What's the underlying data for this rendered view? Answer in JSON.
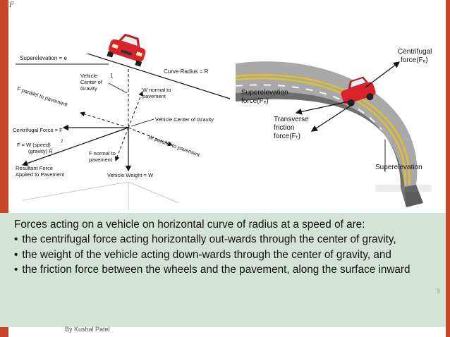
{
  "slide": {
    "corner_mark": "F",
    "page_number": "9",
    "author": "By Kushal Patel"
  },
  "diagram_left": {
    "superelevation_label": "Superelevation = e",
    "radius_label": "Curve Radius = R",
    "angle_mark": "1",
    "vehicle_cg_label": [
      "Vehicle",
      "Center of",
      "Gravity"
    ],
    "f_parallel_label": "F parallel to pavement",
    "w_normal_label": [
      "W normal to",
      "pavement"
    ],
    "vehicle_cg_label_2": "Vehicle Center of Gravity",
    "centrifugal_label": "Centrifugal Force = F",
    "formula_lines": [
      "F = W (speed)",
      "(gravity) R"
    ],
    "formula_exponent": "2",
    "w_parallel_label": "W parallel to pavement",
    "f_normal_label": [
      "F normal to",
      "pavement"
    ],
    "resultant_label": [
      "Resultant Force",
      "Applied to Pavement"
    ],
    "weight_label": "Vehicle Weight = W"
  },
  "diagram_right": {
    "centrifugal_label": [
      "Centrifugal",
      "force(Fₑ)"
    ],
    "superelevation_force_label": [
      "Superelevation",
      "force(Fₑ)"
    ],
    "friction_label": [
      "Transverse",
      "friction",
      "force(Fₜ)"
    ],
    "superelevation_label": "Superelevation"
  },
  "caption": {
    "intro": "Forces acting on a vehicle on horizontal curve of radius   at a speed of are:",
    "bullets": [
      "the centrifugal force acting horizontally out-wards through the center of gravity,",
      "the weight of the vehicle acting down-wards through the center of gravity, and",
      "the friction force between the wheels and the pavement, along the surface inward"
    ]
  },
  "colors": {
    "accent_strip": "#c8462c",
    "caption_bg": "#d4e4d4",
    "car_red": "#d8232a",
    "road_gray": "#a9a9a9",
    "lane_yellow": "#e8c21a"
  }
}
